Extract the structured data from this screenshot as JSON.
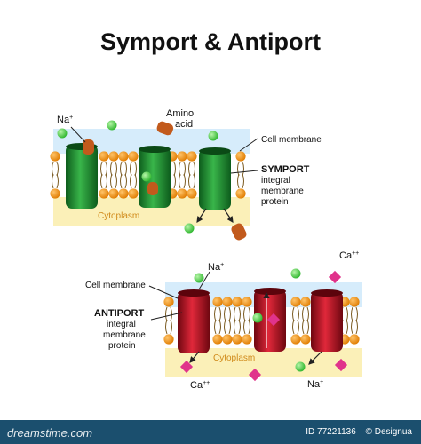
{
  "title": "Symport & Antiport",
  "symport": {
    "ion_label": "Na",
    "ion_charge": "+",
    "amino_label_1": "Amino",
    "amino_label_2": "acid",
    "membrane_label": "Cell membrane",
    "protein_title": "SYMPORT",
    "protein_line_1": "integral",
    "protein_line_2": "membrane",
    "protein_line_3": "protein",
    "cytoplasm_label": "Cytoplasm"
  },
  "antiport": {
    "membrane_label": "Cell membrane",
    "protein_title": "ANTIPORT",
    "protein_line_1": "integral",
    "protein_line_2": "membrane",
    "protein_line_3": "protein",
    "na_top_label": "Na",
    "na_top_charge": "+",
    "ca_top_label": "Ca",
    "ca_top_charge": "++",
    "cytoplasm_label": "Cytoplasm",
    "ca_bottom_label": "Ca",
    "ca_bottom_charge": "++",
    "na_bottom_label": "Na",
    "na_bottom_charge": "+"
  },
  "colors": {
    "lipid_head": "#f39419",
    "lipid_tail": "#7a5a20",
    "symport_protein": "#1e8a2f",
    "antiport_protein": "#b30f1e",
    "sodium_ion": "#55d84a",
    "amino_acid": "#c25a1c",
    "calcium_ion": "#e0338b",
    "extracellular": "#d6ecfb",
    "cytoplasm": "#fbf0b8"
  },
  "footer": {
    "brand": "dreamstime.com",
    "id_text": "ID 77221136",
    "author_text": "© Designua"
  }
}
